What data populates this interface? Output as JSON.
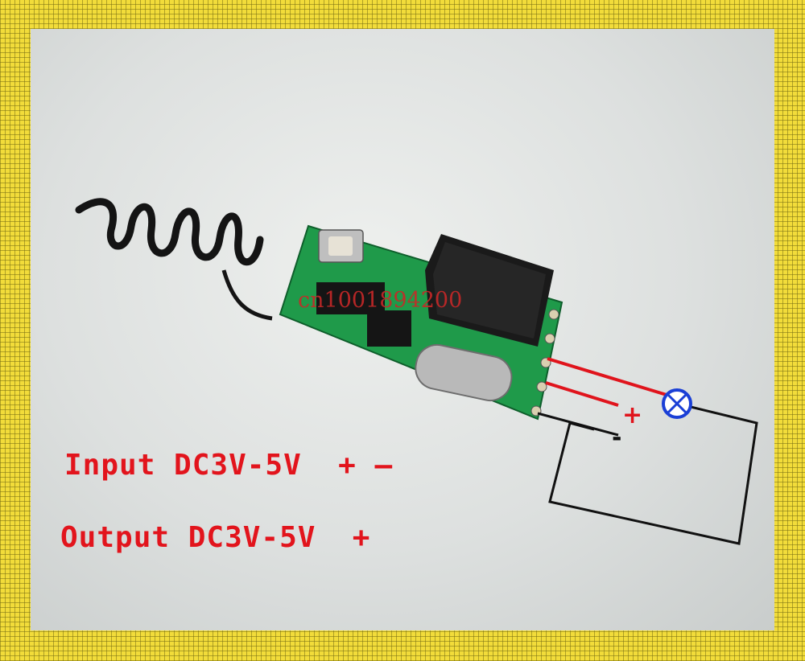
{
  "captions": {
    "input": "Input DC3V-5V  + —",
    "output": "Output DC3V-5V  +"
  },
  "watermark": "cn1001894200",
  "diagram": {
    "plus_label": "+",
    "minus_label": "-"
  },
  "colors": {
    "caption": "#e2141c",
    "wire_red": "#e0141c",
    "wire_black": "#111111",
    "lamp": "#1a3fd6",
    "pcb": "#1f9a4a",
    "frame": "#f2dc3a"
  },
  "icons": [
    "lamp-icon",
    "antenna-coil",
    "tact-switch",
    "relay",
    "crystal"
  ]
}
